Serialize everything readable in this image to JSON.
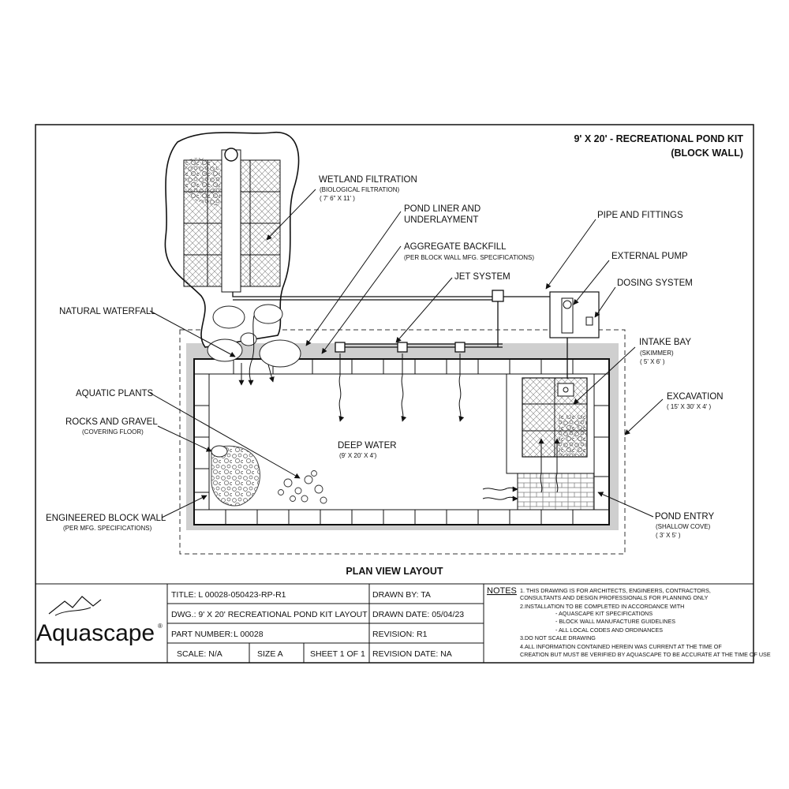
{
  "drawing": {
    "title_line1": "9' X 20' - RECREATIONAL POND KIT",
    "title_line2": "(BLOCK WALL)",
    "view_caption": "PLAN VIEW LAYOUT"
  },
  "callouts": {
    "wetland_filtration": {
      "label": "WETLAND FILTRATION",
      "sub1": "(BIOLOGICAL FILTRATION)",
      "sub2": "( 7' 6\" X 11' )"
    },
    "pond_liner": {
      "label1": "POND LINER AND",
      "label2": "UNDERLAYMENT"
    },
    "aggregate_backfill": {
      "label": "AGGREGATE BACKFILL",
      "sub": "(PER BLOCK WALL MFG. SPECIFICATIONS)"
    },
    "jet_system": {
      "label": "JET SYSTEM"
    },
    "pipe_fittings": {
      "label": "PIPE AND FITTINGS"
    },
    "external_pump": {
      "label": "EXTERNAL PUMP"
    },
    "dosing_system": {
      "label": "DOSING SYSTEM"
    },
    "natural_waterfall": {
      "label": "NATURAL WATERFALL"
    },
    "intake_bay": {
      "label": "INTAKE BAY",
      "sub1": "(SKIMMER)",
      "sub2": "( 5' X 6' )"
    },
    "excavation": {
      "label": "EXCAVATION",
      "sub": "( 15' X 30' X 4' )"
    },
    "aquatic_plants": {
      "label": "AQUATIC PLANTS"
    },
    "rocks_gravel": {
      "label": "ROCKS AND GRAVEL",
      "sub": "(COVERING FLOOR)"
    },
    "deep_water": {
      "label": "DEEP WATER",
      "sub": "(9' X 20' X 4')"
    },
    "block_wall": {
      "label": "ENGINEERED BLOCK WALL",
      "sub": "(PER MFG. SPECIFICATIONS)"
    },
    "pond_entry": {
      "label": "POND ENTRY",
      "sub1": "(SHALLOW COVE)",
      "sub2": "( 3' X 5' )"
    }
  },
  "title_block": {
    "logo_text": "Aquascape",
    "logo_mark": "®",
    "title": "TITLE:  L 00028-050423-RP-R1",
    "dwg": "DWG.: 9' X 20' RECREATIONAL POND KIT LAYOUT",
    "part_number_label": "PART NUMBER:",
    "part_number": "L 00028",
    "scale": "SCALE: N/A",
    "size": "SIZE  A",
    "sheet": "SHEET 1 OF 1",
    "drawn_by": "DRAWN BY: TA",
    "drawn_date": "DRAWN DATE: 05/04/23",
    "revision": "REVISION: R1",
    "revision_date": "REVISION DATE:  NA"
  },
  "notes": {
    "heading": "NOTES",
    "lines": [
      "1. THIS DRAWING IS FOR ARCHITECTS, ENGINEERS, CONTRACTORS,",
      "CONSULTANTS AND DESIGN PROFESSIONALS FOR PLANNING ONLY",
      "2.INSTALLATION TO BE COMPLETED IN ACCORDANCE WITH",
      "- AQUASCAPE KIT SPECIFICATIONS",
      "- BLOCK WALL MANUFACTURE GUIDELINES",
      "- ALL LOCAL CODES AND ORDINANCES",
      "3.DO NOT SCALE DRAWING",
      "4.ALL INFORMATION CONTAINED HEREIN WAS CURRENT AT THE TIME OF",
      "CREATION BUT MUST BE VERIFIED BY AQUASCAPE TO BE ACCURATE AT THE TIME OF USE"
    ]
  }
}
